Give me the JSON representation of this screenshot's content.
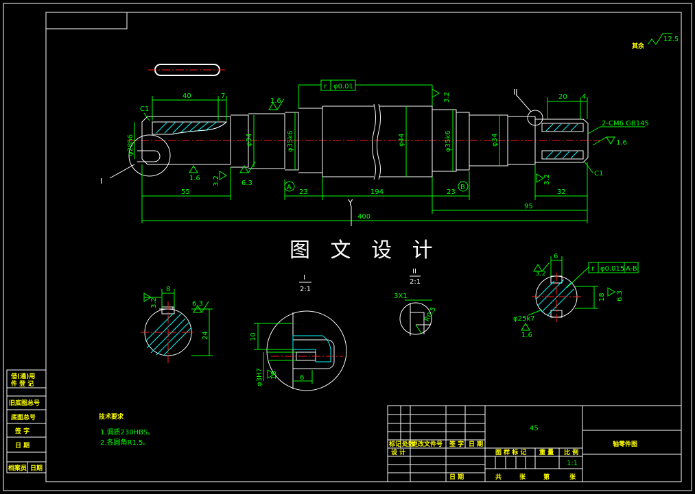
{
  "drawing": {
    "watermark": "图 文 设 计",
    "roughness_corner": "12.5",
    "roughness_corner_label": "其余"
  },
  "main_view": {
    "dims": {
      "d40": "40",
      "d7": "7",
      "d20": "20",
      "d4": "4",
      "d55": "55",
      "d23a": "23",
      "d194": "194",
      "d23b": "23",
      "d32": "32",
      "d95": "95",
      "d400": "400",
      "c1a": "C1",
      "c1b": "C1",
      "phi28": "φ28h6",
      "phi34a": "φ34",
      "phi35a": "φ35k6",
      "phi44": "φ44",
      "phi35b": "φ35k6",
      "phi34b": "φ34",
      "r16a": "1.6",
      "r16b": "1.6",
      "r32a": "3.2",
      "r63": "6.3",
      "r32b": "3.2",
      "r32c": "3.2",
      "r16c": "1.6",
      "tol_r": "r",
      "tol_val": "φ0.01",
      "datum_a": "A",
      "datum_b": "B",
      "center_hole": "2-CM6 GB145",
      "label_i": "I",
      "label_ii": "II",
      "label_y": "Y"
    }
  },
  "sections": {
    "sec1": {
      "w": "8",
      "h": "24",
      "ra1": "3.2",
      "ra2": "6.3"
    },
    "detail1": {
      "title": "I",
      "scale": "2:1",
      "d10": "10",
      "phi": "φ3H7",
      "d6": "6",
      "d18": "18"
    },
    "detail2": {
      "title": "II",
      "scale": "2:1",
      "chamfer": "3X1",
      "r": "R0.5"
    },
    "sec2": {
      "w": "6",
      "ra": "3.2",
      "tol_r": "r",
      "tol_val": "φ0.015",
      "tol_ref": "A-B",
      "d18": "18",
      "ra2": "6.3",
      "phi": "φ25k7",
      "ra3": "1.6"
    }
  },
  "tech": {
    "title": "技术要求",
    "items": [
      "1.调质230HBS。",
      "2.各圆角R1.5。"
    ]
  },
  "left_strip": [
    "借(通)用",
    "件 登 记",
    "旧底图总号",
    "底图总号",
    "签 字",
    "日 期",
    "档案员",
    "日期"
  ],
  "title_block": {
    "material": "45",
    "part_name": "轴零件图",
    "scale": "1:1",
    "headers": [
      "标记",
      "处数",
      "更改文件号",
      "签 字",
      "日 期"
    ],
    "row2": [
      "设 计"
    ],
    "stage_labels": [
      "图 样 标 记",
      "重 量",
      "比 例"
    ],
    "bottom": [
      "共",
      "张",
      "第",
      "张"
    ],
    "date": "日 期"
  }
}
